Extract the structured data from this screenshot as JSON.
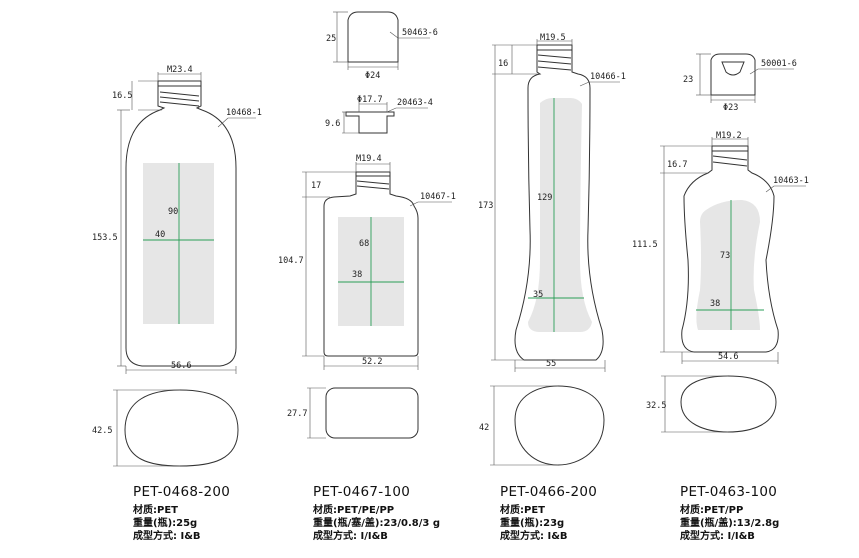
{
  "products": [
    {
      "code": "PET-0468-200",
      "material": "材质:PET",
      "weight": "重量(瓶):25g",
      "process": "成型方式: I&B",
      "bottle_part": "10468-1",
      "neck": "M23.4",
      "dims": {
        "neck_h": "16.5",
        "height": "153.5",
        "width": "56.6",
        "depth": "42.5",
        "label_h": "90",
        "label_w": "40"
      }
    },
    {
      "code": "PET-0467-100",
      "material": "材质:PET/PE/PP",
      "weight": "重量(瓶/塞/盖):23/0.8/3 g",
      "process": "成型方式: I/I&B",
      "bottle_part": "10467-1",
      "neck": "M19.4",
      "cap_part": "50463-6",
      "cap_h": "25",
      "cap_d": "Φ24",
      "plug_part": "20463-4",
      "plug_d": "Φ17.7",
      "plug_h": "9.6",
      "dims": {
        "neck_h": "17",
        "height": "104.7",
        "width": "52.2",
        "depth": "27.7",
        "label_h": "68",
        "label_w": "38"
      }
    },
    {
      "code": "PET-0466-200",
      "material": "材质:PET",
      "weight": "重量(瓶):23g",
      "process": "成型方式: I&B",
      "bottle_part": "10466-1",
      "neck": "M19.5",
      "dims": {
        "neck_h": "16",
        "height": "173",
        "width": "55",
        "depth": "42",
        "label_h": "129",
        "label_w": "35"
      }
    },
    {
      "code": "PET-0463-100",
      "material": "材质:PET/PP",
      "weight": "重量(瓶/盖):13/2.8g",
      "process": "成型方式: I/I&B",
      "bottle_part": "10463-1",
      "neck": "M19.2",
      "cap_part": "50001-6",
      "cap_h": "23",
      "cap_d": "Φ23",
      "dims": {
        "neck_h": "16.7",
        "height": "111.5",
        "width": "54.6",
        "depth": "32.5",
        "label_h": "73",
        "label_w": "38"
      }
    }
  ]
}
